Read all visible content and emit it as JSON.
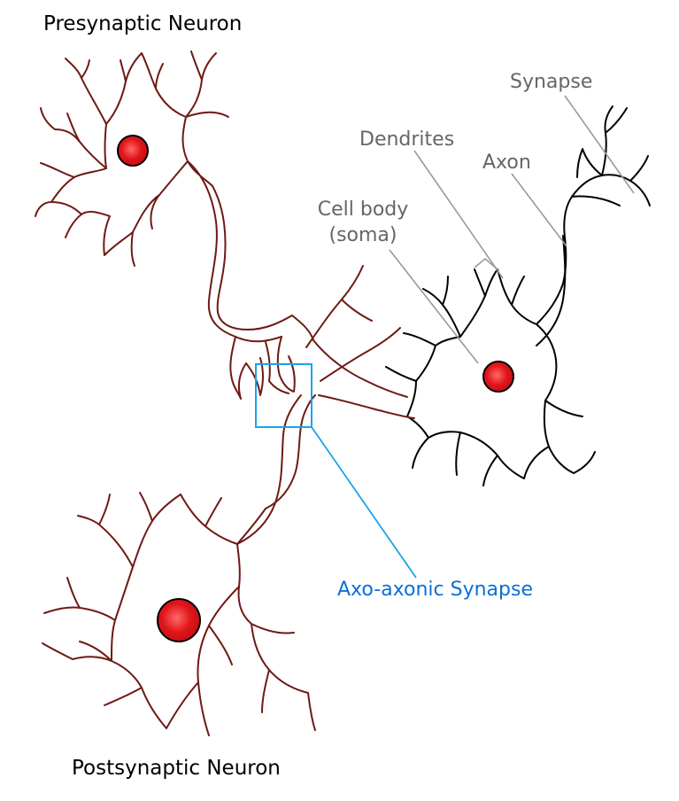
{
  "labels": {
    "presynaptic": "Presynaptic Neuron",
    "postsynaptic": "Postsynaptic Neuron",
    "synapse": "Synapse",
    "dendrites": "Dendrites",
    "axon": "Axon",
    "cell_body_line1": "Cell body",
    "cell_body_line2": "(soma)",
    "axo_axonic": "Axo-axonic Synapse"
  },
  "colors": {
    "neuron_outline": "#6e1a14",
    "soma_outline": "#000000",
    "nucleus_fill": "#e0161b",
    "nucleus_highlight": "#ff5a5a",
    "leader_gray": "#9a9a9a",
    "highlight_box": "#1aa3e8",
    "axo_text": "#0a6fd8"
  },
  "icons": {
    "presynaptic_neuron": "neuron-shape",
    "postsynaptic_neuron": "neuron-shape",
    "reference_neuron": "neuron-shape",
    "highlight": "rectangle-box"
  }
}
